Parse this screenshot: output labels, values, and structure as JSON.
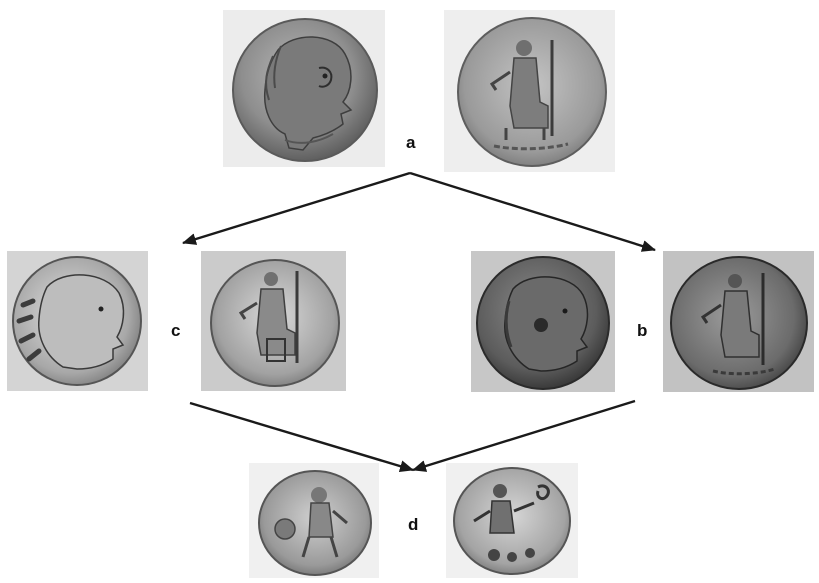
{
  "labels": {
    "a": "a",
    "b": "b",
    "c": "c",
    "d": "d"
  },
  "colors": {
    "background": "#ffffff",
    "arrow": "#1a1a1a",
    "label": "#111111",
    "panel_light": "#e9e9e9",
    "panel_mid": "#cfcfcf",
    "panel_dark": "#bdbdbd"
  },
  "coins": [
    {
      "group": "a",
      "side": "obverse",
      "depicts": "head-right"
    },
    {
      "group": "a",
      "side": "reverse",
      "depicts": "seated-figure"
    },
    {
      "group": "c",
      "side": "obverse",
      "depicts": "head-right"
    },
    {
      "group": "c",
      "side": "reverse",
      "depicts": "seated-figure"
    },
    {
      "group": "b",
      "side": "obverse",
      "depicts": "head-right"
    },
    {
      "group": "b",
      "side": "reverse",
      "depicts": "seated-figure"
    },
    {
      "group": "d",
      "side": "obverse",
      "depicts": "stylized-figure"
    },
    {
      "group": "d",
      "side": "reverse",
      "depicts": "stylized-figure"
    }
  ],
  "arrows": [
    {
      "from": "a",
      "to": "c"
    },
    {
      "from": "a",
      "to": "b"
    },
    {
      "from": "c",
      "to": "d"
    },
    {
      "from": "b",
      "to": "d"
    }
  ]
}
